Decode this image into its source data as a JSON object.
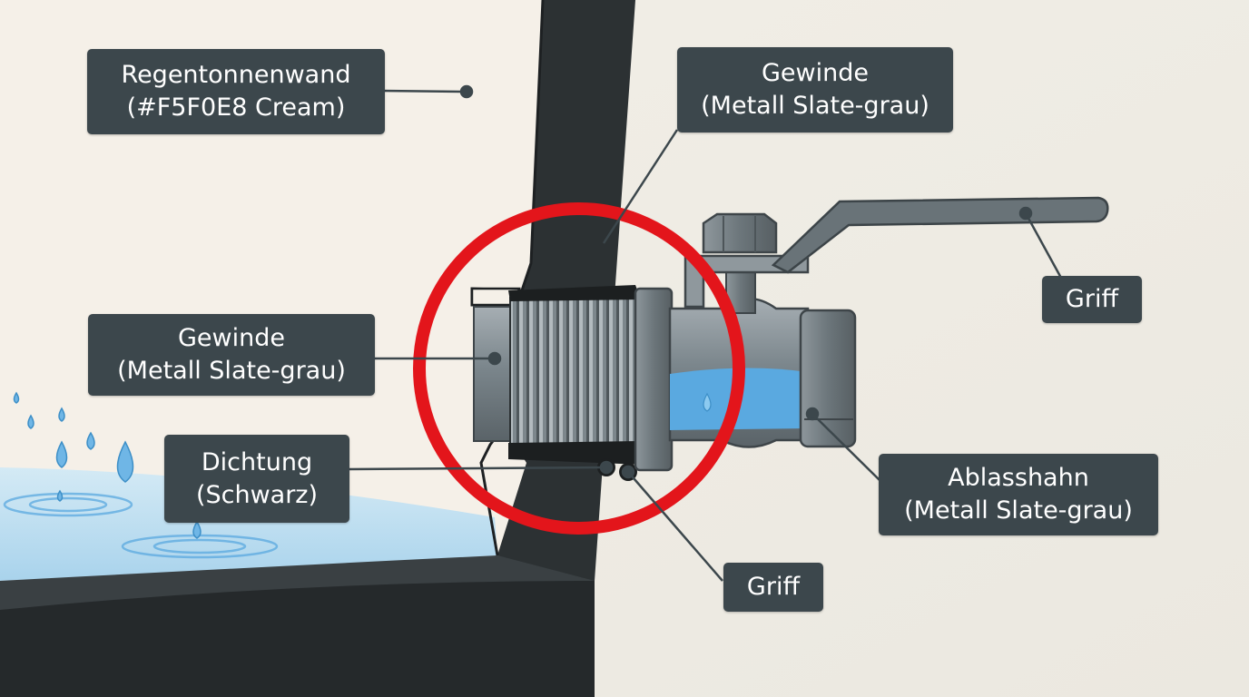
{
  "labels": {
    "wall": {
      "line1": "Regentonnenwand",
      "line2": "(#F5F0E8 Cream)"
    },
    "thread_top": {
      "line1": "Gewinde",
      "line2": "(Metall Slate-grau)"
    },
    "thread_left": {
      "line1": "Gewinde",
      "line2": "(Metall Slate-grau)"
    },
    "handle_right": {
      "line1": "Griff"
    },
    "seal": {
      "line1": "Dichtung",
      "line2": "(Schwarz)"
    },
    "valve": {
      "line1": "Ablasshahn",
      "line2": "(Metall Slate-grau)"
    },
    "handle_bottom": {
      "line1": "Griff"
    }
  },
  "colors": {
    "wall_cream": "#F5F0E8",
    "barrel_black": "#2c3133",
    "metal_slate": "#7b868c",
    "water_blue": "#5aa9e0",
    "highlight_red": "#e3151b",
    "label_bg": "#3c474c"
  }
}
